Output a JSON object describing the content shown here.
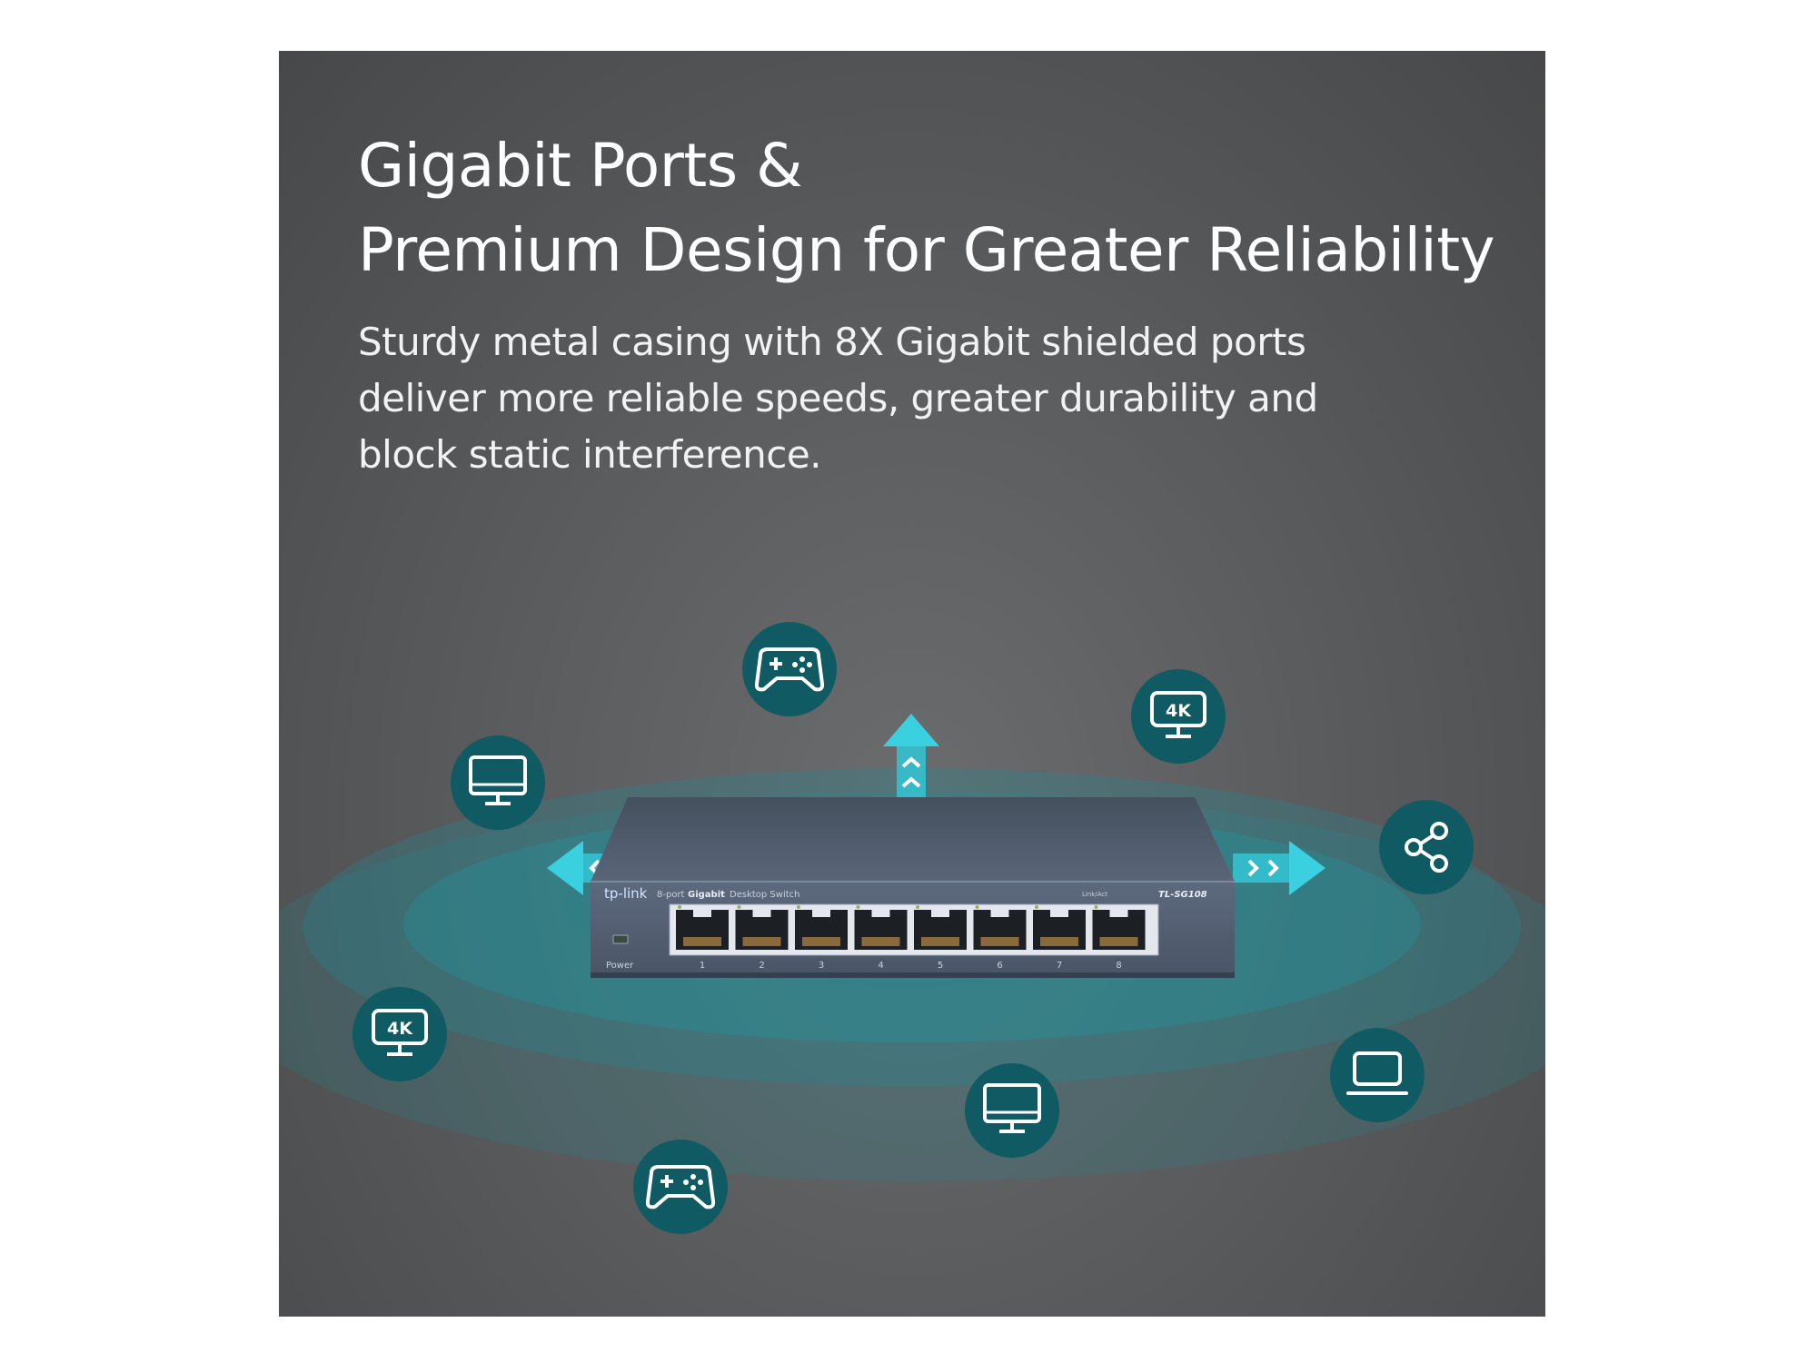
{
  "headline": {
    "line1": "Gigabit Ports &",
    "line2": "Premium Design for Greater Reliability"
  },
  "description": {
    "line1": "Sturdy metal casing with 8X Gigabit shielded ports",
    "line2": "deliver more reliable speeds, greater durability and",
    "line3": "block static interference."
  },
  "switch": {
    "brand": "tp-link",
    "port_count_label": "8-port",
    "type_label": "Gigabit",
    "product_desc": "Desktop Switch",
    "link_label": "Link/Act",
    "model": "TL-SG108",
    "power_label": "Power",
    "port_numbers": [
      "1",
      "2",
      "3",
      "4",
      "5",
      "6",
      "7",
      "8"
    ]
  },
  "device_icons": [
    {
      "icon": "gamepad-icon"
    },
    {
      "icon": "4k-monitor-icon",
      "text": "4K"
    },
    {
      "icon": "monitor-icon"
    },
    {
      "icon": "share-icon"
    },
    {
      "icon": "4k-monitor-icon",
      "text": "4K"
    },
    {
      "icon": "laptop-icon"
    },
    {
      "icon": "monitor-icon"
    },
    {
      "icon": "gamepad-icon"
    }
  ],
  "colors": {
    "accent_teal": "#0f5a63",
    "arrow_cyan": "#3ad0e0",
    "switch_body": "#4d5a6c"
  }
}
